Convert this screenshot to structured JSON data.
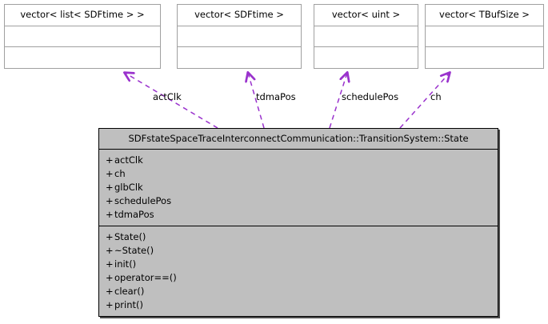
{
  "diagram": {
    "kind": "uml-collaboration-diagram",
    "colors": {
      "class_fill": "#bfbfbf",
      "class_border": "#000000",
      "type_fill": "#ffffff",
      "type_border": "#a0a0a0",
      "edge": "#9a32cd",
      "text": "#000000",
      "background": "#ffffff"
    },
    "nodes": {
      "vector_list_sdftime": {
        "title": "vector< list< SDFtime > >"
      },
      "vector_sdftime": {
        "title": "vector< SDFtime >"
      },
      "vector_uint": {
        "title": "vector< uint >"
      },
      "vector_tbufsize": {
        "title": "vector< TBufSize >"
      },
      "main_class": {
        "title": "SDFstateSpaceTraceInterconnectCommunication::TransitionSystem::State",
        "attributes": [
          {
            "visibility": "+",
            "name": "actClk"
          },
          {
            "visibility": "+",
            "name": "ch"
          },
          {
            "visibility": "+",
            "name": "glbClk"
          },
          {
            "visibility": "+",
            "name": "schedulePos"
          },
          {
            "visibility": "+",
            "name": "tdmaPos"
          }
        ],
        "operations": [
          {
            "visibility": "+",
            "name": "State()"
          },
          {
            "visibility": "+",
            "name": "~State()"
          },
          {
            "visibility": "+",
            "name": "init()"
          },
          {
            "visibility": "+",
            "name": "operator==()"
          },
          {
            "visibility": "+",
            "name": "clear()"
          },
          {
            "visibility": "+",
            "name": "print()"
          }
        ]
      }
    },
    "edges": [
      {
        "id": "edge-actclk",
        "label": "actClk",
        "from": "main_class",
        "to": "vector_list_sdftime",
        "style": "dashed",
        "arrow": "open"
      },
      {
        "id": "edge-tdmapos",
        "label": "tdmaPos",
        "from": "main_class",
        "to": "vector_sdftime",
        "style": "dashed",
        "arrow": "open"
      },
      {
        "id": "edge-schedulepos",
        "label": "schedulePos",
        "from": "main_class",
        "to": "vector_uint",
        "style": "dashed",
        "arrow": "open"
      },
      {
        "id": "edge-ch",
        "label": "ch",
        "from": "main_class",
        "to": "vector_tbufsize",
        "style": "dashed",
        "arrow": "open"
      }
    ]
  }
}
